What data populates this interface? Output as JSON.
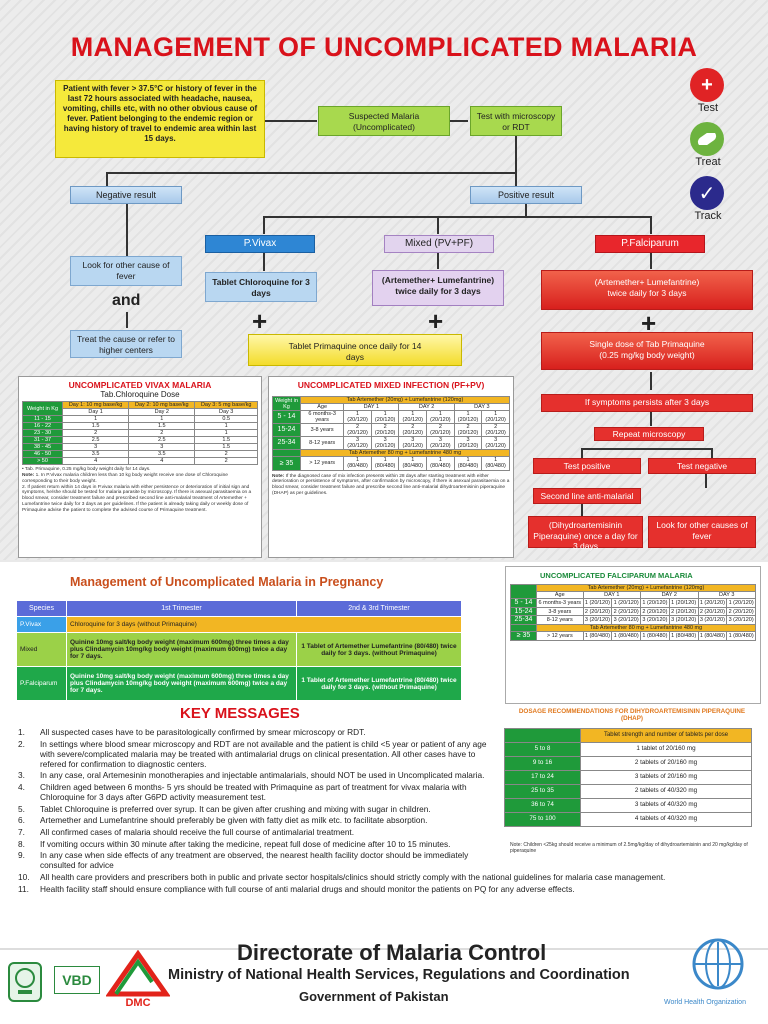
{
  "title": "MANAGEMENT OF UNCOMPLICATED MALARIA",
  "icons": [
    {
      "name": "test",
      "label": "Test",
      "color": "#e02325",
      "glyph": "+"
    },
    {
      "name": "treat",
      "label": "Treat",
      "color": "#6db33f",
      "glyph": "pill"
    },
    {
      "name": "track",
      "label": "Track",
      "color": "#2b2a8c",
      "glyph": "✓"
    }
  ],
  "flow": {
    "patient": "Patient with fever > 37.5°C or history of fever in the last 72 hours associated with headache, nausea, vomiting, chills etc, with no other obvious cause of fever. Patient belonging to the endemic region or having history of travel to endemic area within last 15 days.",
    "suspected": "Suspected Malaria (Uncomplicated)",
    "test": "Test with microscopy or RDT",
    "negative": "Negative result",
    "positive": "Positive result",
    "look": "Look for other cause of fever",
    "and": "and",
    "treat_cause": "Treat the cause or refer to higher centers",
    "pvivax": "P.Vivax",
    "mixed": "Mixed (PV+PF)",
    "pfalci": "P.Falciparum",
    "chloroquine": "Tablet Chloroquine for 3 days",
    "artemether_mixed": "(Artemether+ Lumefantrine) twice daily for 3 days",
    "primaquine": "Tablet Primaquine once daily for 14 days",
    "pf_artemether": "(Artemether+ Lumefantrine) twice daily for 3 days",
    "pf_primaquine": "Single dose of Tab Primaquine (0.25 mg/kg body weight)",
    "plus": "+",
    "persist": "If symptoms persists after 3 days",
    "repeat": "Repeat microscopy",
    "test_positive": "Test positive",
    "test_negative": "Test negative",
    "second_line": "Second line anti-malarial",
    "dhap": "(Dihydroartemisinin Piperaquine) once a day for 3 days",
    "look_other": "Look for other causes of fever"
  },
  "vivax": {
    "title": "UNCOMPLICATED VIVAX MALARIA",
    "subtitle": "Tab.Chloroquine Dose",
    "weight_hdr": "Weight in Kg",
    "col_hdrs": [
      "Day 1: 10 mg base/kg",
      "Day 2: 10 mg base/kg",
      "Day 3: 5 mg base/kg"
    ],
    "day_hdrs": [
      "Day 1",
      "Day 2",
      "Day 3"
    ],
    "rows": [
      [
        "11 - 15",
        "1",
        "1",
        "0.5"
      ],
      [
        "16 - 22",
        "1.5",
        "1.5",
        "1"
      ],
      [
        "23 - 30",
        "2",
        "2",
        "1"
      ],
      [
        "31 - 37",
        "2.5",
        "2.5",
        "1.5"
      ],
      [
        "38 - 45",
        "3",
        "3",
        "1.5"
      ],
      [
        "46 - 50",
        "3.5",
        "3.5",
        "2"
      ],
      [
        "> 50",
        "4",
        "4",
        "2"
      ]
    ],
    "tab_note": "• Tab. Primaquine, 0.25 mg/kg body weight daily for 14 days.",
    "note_label": "Note:",
    "notes": [
      "1. In P.Vivax malaria children less than 10 kg body weight receive one dose of Chloroquine corresponding to their body weight.",
      "2. If patient return within 14 days in P.vivax malaria with either persistence or deterioration of initial sign and symptoms, he/she should be tested for malaria parasite by microscopy. If there is asexual parasitaemia on a blood smear, consider treatment failure and prescribed second line anti-malarial treatment of Artemether + Lumefantrine twice daily for 3 days as per guidelines. If the patient is already taking daily or weekly dose of Primaquine advise the patient to complete the advised course of Primaquine treatment."
    ]
  },
  "mixed": {
    "title": "UNCOMPLICATED MIXED INFECTION (PF+PV)",
    "weight_hdr": "Weight in Kg",
    "drug_hdr": "Tab Artemether (20mg) + Lumefantrine (120mg)",
    "age_hdr": "Age",
    "day_hdrs": [
      "DAY 1",
      "DAY 2",
      "DAY 3"
    ],
    "rows": [
      {
        "w": "5 - 14",
        "age": "6 months-3 years",
        "cells": [
          "1 (20/120)",
          "1 (20/120)",
          "1 (20/120)",
          "1 (20/120)",
          "1 (20/120)",
          "1 (20/120)"
        ]
      },
      {
        "w": "15-24",
        "age": "3-8 years",
        "cells": [
          "2 (20/120)",
          "2 (20/120)",
          "2 (20/120)",
          "2 (20/120)",
          "2 (20/120)",
          "2 (20/120)"
        ]
      },
      {
        "w": "25-34",
        "age": "8-12 years",
        "cells": [
          "3 (20/120)",
          "3 (20/120)",
          "3 (20/120)",
          "3 (20/120)",
          "3 (20/120)",
          "3 (20/120)"
        ]
      }
    ],
    "drug_hdr2": "Tab Artemether 80 mg + Lumefantrine 480 mg",
    "last": {
      "w": "≥ 35",
      "age": "> 12 years",
      "cells": [
        "1 (80/480)",
        "1 (80/480)",
        "1 (80/480)",
        "1 (80/480)",
        "1 (80/480)",
        "1 (80/480)"
      ]
    },
    "note_label": "Note:",
    "note": "If the diagnosed case of mix infection presents within 28 days after starting treatment with either deterioration or persistence of symptoms, after confirmation by microscopy, if there is asexual parasitaemia on a blood smear, consider treatment failure and prescribe second line anti-malarial dihydroartemisinin piperaquine (DHAP) as per guidelines."
  },
  "pregnancy": {
    "title": "Management of Uncomplicated Malaria in Pregnancy",
    "hdrs": [
      "Species",
      "1st Trimester",
      "2nd & 3rd Trimester"
    ],
    "rows": [
      {
        "species": "P.Vivax",
        "t1": "Chloroquine for 3 days (without Primaquine)",
        "t2": ""
      },
      {
        "species": "Mixed",
        "t1": "Quinine 10mg salt/kg body weight (maximum 600mg) three times a day plus Clindamycin 10mg/kg body weight (maximum 600mg) twice a day for 7 days.",
        "t2": "1 Tablet of Artemether Lumefantrine (80/480) twice daily for 3 days. (without Primaquine)"
      },
      {
        "species": "P.Falciparum",
        "t1": "Quinine 10mg salt/kg body weight (maximum 600mg) three times a day plus Clindamycin 10mg/kg body weight (maximum 600mg) twice a day for 7 days.",
        "t2": "1 Tablet of Artemether Lumefantrine (80/480) twice daily for 3 days. (without Primaquine)"
      }
    ]
  },
  "falci": {
    "title": "UNCOMPLICATED FALCIPARUM MALARIA",
    "drug_hdr": "Tab Artemether (20mg) + Lumefantrine (120mg)",
    "age_hdr": "Age",
    "day_hdrs": [
      "DAY 1",
      "DAY 2",
      "DAY 3"
    ],
    "rows": [
      {
        "w": "5 - 14",
        "age": "6 months-3 years",
        "cells": [
          "1 (20/120)",
          "1 (20/120)",
          "1 (20/120)",
          "1 (20/120)",
          "1 (20/120)",
          "1 (20/120)"
        ]
      },
      {
        "w": "15-24",
        "age": "3-8 years",
        "cells": [
          "2 (20/120)",
          "2 (20/120)",
          "2 (20/120)",
          "2 (20/120)",
          "2 (20/120)",
          "2 (20/120)"
        ]
      },
      {
        "w": "25-34",
        "age": "8-12 years",
        "cells": [
          "3 (20/120)",
          "3 (20/120)",
          "3 (20/120)",
          "3 (20/120)",
          "3 (20/120)",
          "3 (20/120)"
        ]
      }
    ],
    "drug_hdr2": "Tab Artemether 80 mg + Lumefantrine 480 mg",
    "last": {
      "w": "≥ 35",
      "age": "> 12 years",
      "cells": [
        "1 (80/480)",
        "1 (80/480)",
        "1 (80/480)",
        "1 (80/480)",
        "1 (80/480)",
        "1 (80/480)"
      ]
    }
  },
  "dhap": {
    "title": "DOSAGE RECOMMENDATIONS FOR DIHYDROARTEMISININ PIPERAQUINE (DHAP)",
    "hdr": "Tablet strength and number of tablets per dose",
    "rows": [
      [
        "5 to 8",
        "1 tablet of 20/160 mg"
      ],
      [
        "9 to 16",
        "2 tablets of 20/160 mg"
      ],
      [
        "17 to 24",
        "3 tablets of 20/160 mg"
      ],
      [
        "25 to 35",
        "2 tablets of 40/320 mg"
      ],
      [
        "36 to 74",
        "3 tablets of 40/320 mg"
      ],
      [
        "75 to 100",
        "4 tablets of 40/320 mg"
      ]
    ],
    "note": "Note: Children <25kg should receive a minimum of 2.5mg/kg/day of dihydroartemisinin and 20 mg/kg/day of piperaquine"
  },
  "key": {
    "title": "KEY MESSAGES",
    "items": [
      "All suspected cases have to be parasitologically confirmed by smear microscopy or RDT.",
      "In settings where blood smear microscopy and RDT are not available and the patient is child <5 year or patient of any age with severe/complicated malaria may be treated with antimalarial drugs on clinical presentation. All other cases have to refered for confirmation to diagnostic centers.",
      "In any case, oral Artemesinin monotherapies and injectable antimalarials, should NOT be used in Uncomplicated malaria.",
      "Children aged between 6 months- 5 yrs should be treated with Primaquine as part of treatment for vivax malaria with Chloroquine for 3 days after G6PD activity measurement test.",
      "Tablet Chloroquine is preferred over syrup. It can be given after crushing and mixing with sugar in children.",
      "Artemether and Lumefantrine should preferably be given with fatty diet as milk etc. to facilitate absorption.",
      "All confirmed cases of malaria should receive the full course of antimalarial treatment.",
      "If vomiting occurs within 30 minute after taking the medicine, repeat full dose of medicine after 10 to 15 minutes.",
      "In any case when side effects of any treatment are observed, the nearest health facility doctor should be immediately consulted for advice",
      "All health care providers and prescribers both in public and private sector hospitals/clinics should strictly comply with the national guidelines for malaria case management.",
      "Health facility staff should ensure compliance with full course of anti malarial drugs and should monitor the patients on PQ for any adverse effects."
    ]
  },
  "footer": {
    "line1": "Directorate of Malaria Control",
    "line2": "Ministry of National Health Services, Regulations and Coordination",
    "line3": "Government of Pakistan",
    "vbd": "VBD",
    "dmc": "DMC",
    "who": "World Health Organization"
  }
}
